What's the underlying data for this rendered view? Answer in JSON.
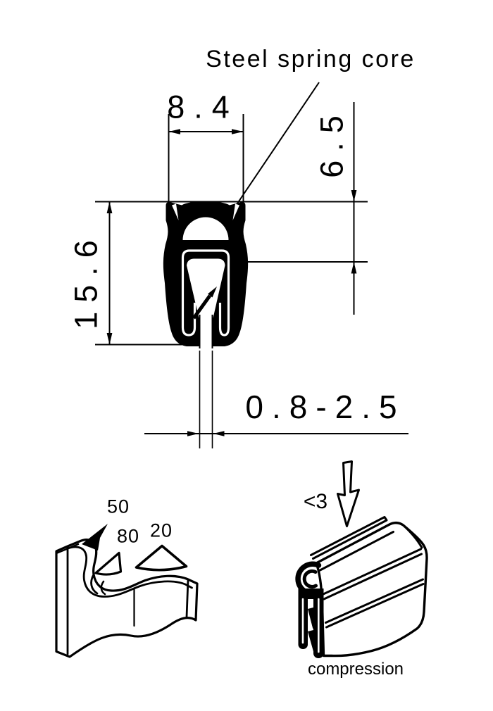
{
  "annotations": {
    "steel_spring_core": "Steel spring core",
    "compression_caption": "compression",
    "compression_force": "<3"
  },
  "dimensions": {
    "top_width": "8.4",
    "bulb_height": "6.5",
    "overall_height": "15.6",
    "grip_range": "0.8-2.5"
  },
  "bend_values": {
    "value_50": "50",
    "value_80": "80",
    "value_20": "20"
  },
  "colors": {
    "ink": "#000000",
    "paper": "#ffffff"
  }
}
